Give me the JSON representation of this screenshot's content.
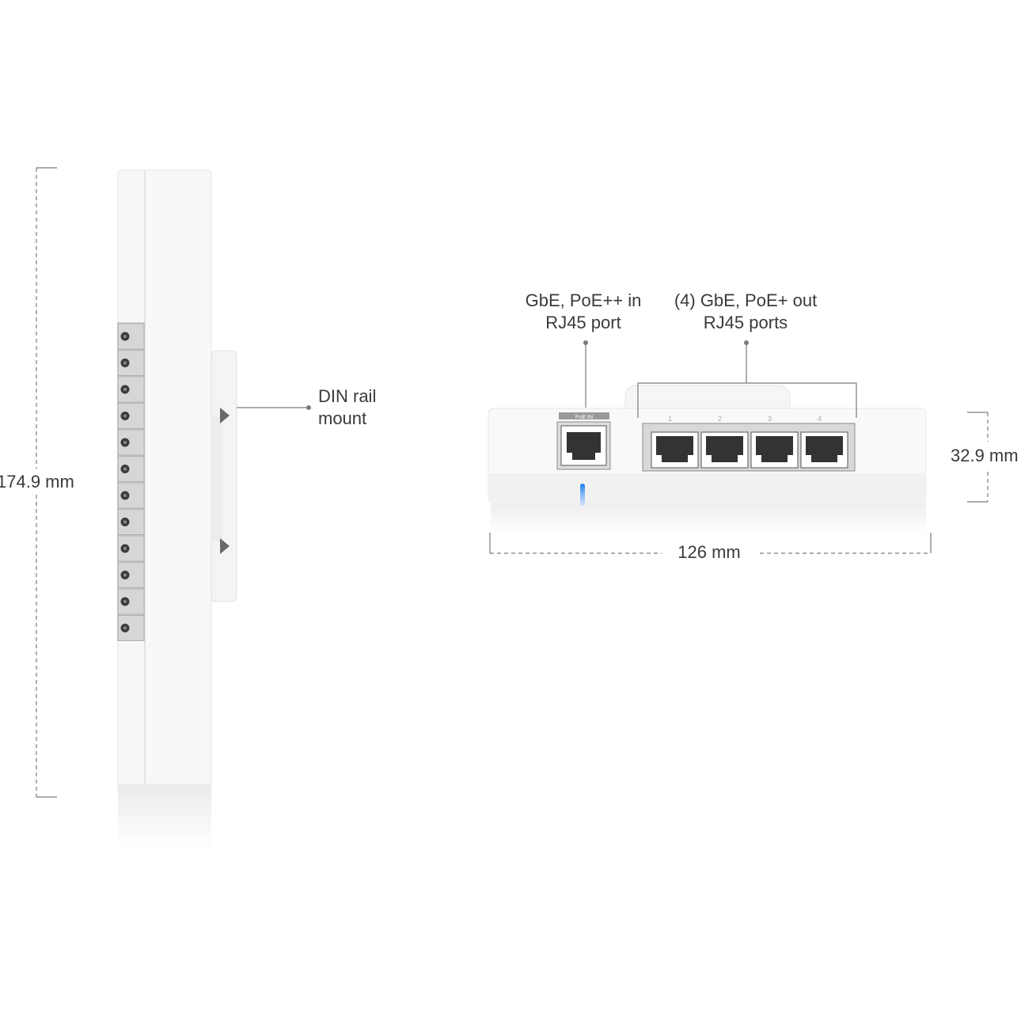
{
  "side_view": {
    "height_label": "174.9 mm",
    "callout": {
      "line1": "DIN rail",
      "line2": "mount"
    }
  },
  "front_view": {
    "width_label": "126 mm",
    "depth_label": "32.9 mm",
    "poe_in_callout": {
      "line1": "GbE, PoE++ in",
      "line2": "RJ45 port"
    },
    "poe_out_callout": {
      "line1": "(4) GbE, PoE+ out",
      "line2": "RJ45 ports"
    },
    "port_badge": "PoE IN",
    "port_numbers": [
      "1",
      "2",
      "3",
      "4"
    ],
    "status_led_color": "#1a7cf0"
  },
  "colors": {
    "dimension_line": "#7a7a7a",
    "device_body": "#f7f7f7"
  }
}
